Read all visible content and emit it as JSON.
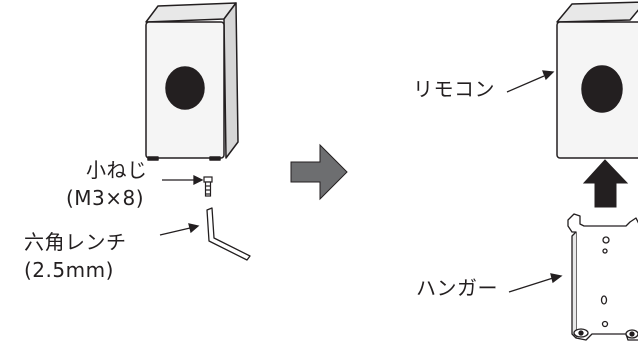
{
  "labels": {
    "screw_line1": "小ねじ",
    "screw_line2": "(M3×8)",
    "wrench_line1": "六角レンチ",
    "wrench_line2": "(2.5mm)",
    "remote": "リモコン",
    "hanger": "ハンガー"
  },
  "colors": {
    "line": "#231f20",
    "arrow_fill": "#6d6e70",
    "face_front": "#f5f5f5",
    "face_side": "#d6d6d6",
    "face_top": "#e8e8e8",
    "sensor": "#231f20"
  },
  "icons": {
    "step_arrow": "right-arrow-icon",
    "lift_arrow": "up-arrow-icon"
  }
}
